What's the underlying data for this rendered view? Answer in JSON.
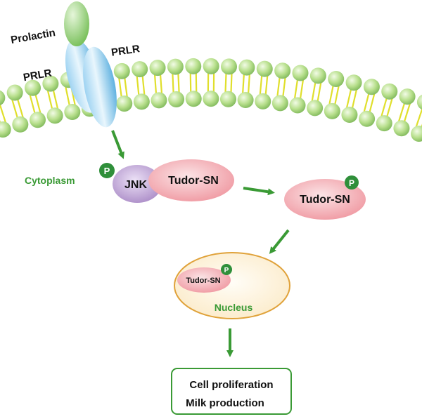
{
  "ligand": {
    "label": "Prolactin"
  },
  "receptor": {
    "left_label": "PRLR",
    "right_label": "PRLR"
  },
  "compartments": {
    "cytoplasm": "Cytoplasm",
    "nucleus": "Nucleus"
  },
  "complex": {
    "kinase": "JNK",
    "partner": "Tudor-SN",
    "phospho": "P"
  },
  "free_protein": {
    "label": "Tudor-SN",
    "phospho": "P"
  },
  "nuclear_protein": {
    "label": "Tudor-SN",
    "phospho": "P"
  },
  "outcomes": {
    "line1": "Cell proliferation",
    "line2": "Milk production"
  },
  "colors": {
    "arrow": "#3a9a35",
    "label_green": "#3a9a35",
    "membrane_bead": "#b6df8c",
    "membrane_tail": "#e0df2c",
    "receptor": "#7cc3e8",
    "ligand": "#8ccb6e",
    "tudor": "#f3a6ad",
    "jnk": "#b79ad0",
    "phospho": "#2f8f3a",
    "nucleus_fill": "#fdf2d8",
    "nucleus_border": "#e0a23a",
    "box_border": "#3a9a35"
  }
}
